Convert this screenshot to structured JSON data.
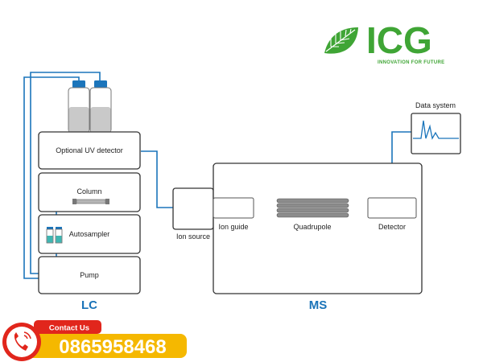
{
  "logo": {
    "text": "ICG",
    "tagline": "INNOVATION FOR FUTURE"
  },
  "lc": {
    "label": "LC",
    "modules": {
      "uv_detector": "Optional UV detector",
      "column": "Column",
      "autosampler": "Autosampler",
      "pump": "Pump"
    }
  },
  "ion_source": "Ion source",
  "ms": {
    "label": "MS",
    "ion_guide": "Ion guide",
    "quadrupole": "Quadrupole",
    "detector": "Detector"
  },
  "data_system": "Data system",
  "contact": {
    "label": "Contact Us",
    "phone": "0865958468"
  },
  "colors": {
    "line": "#1b75bb",
    "brand_green": "#3fa535",
    "contact_red": "#e1261c",
    "contact_yellow": "#f5b800"
  }
}
